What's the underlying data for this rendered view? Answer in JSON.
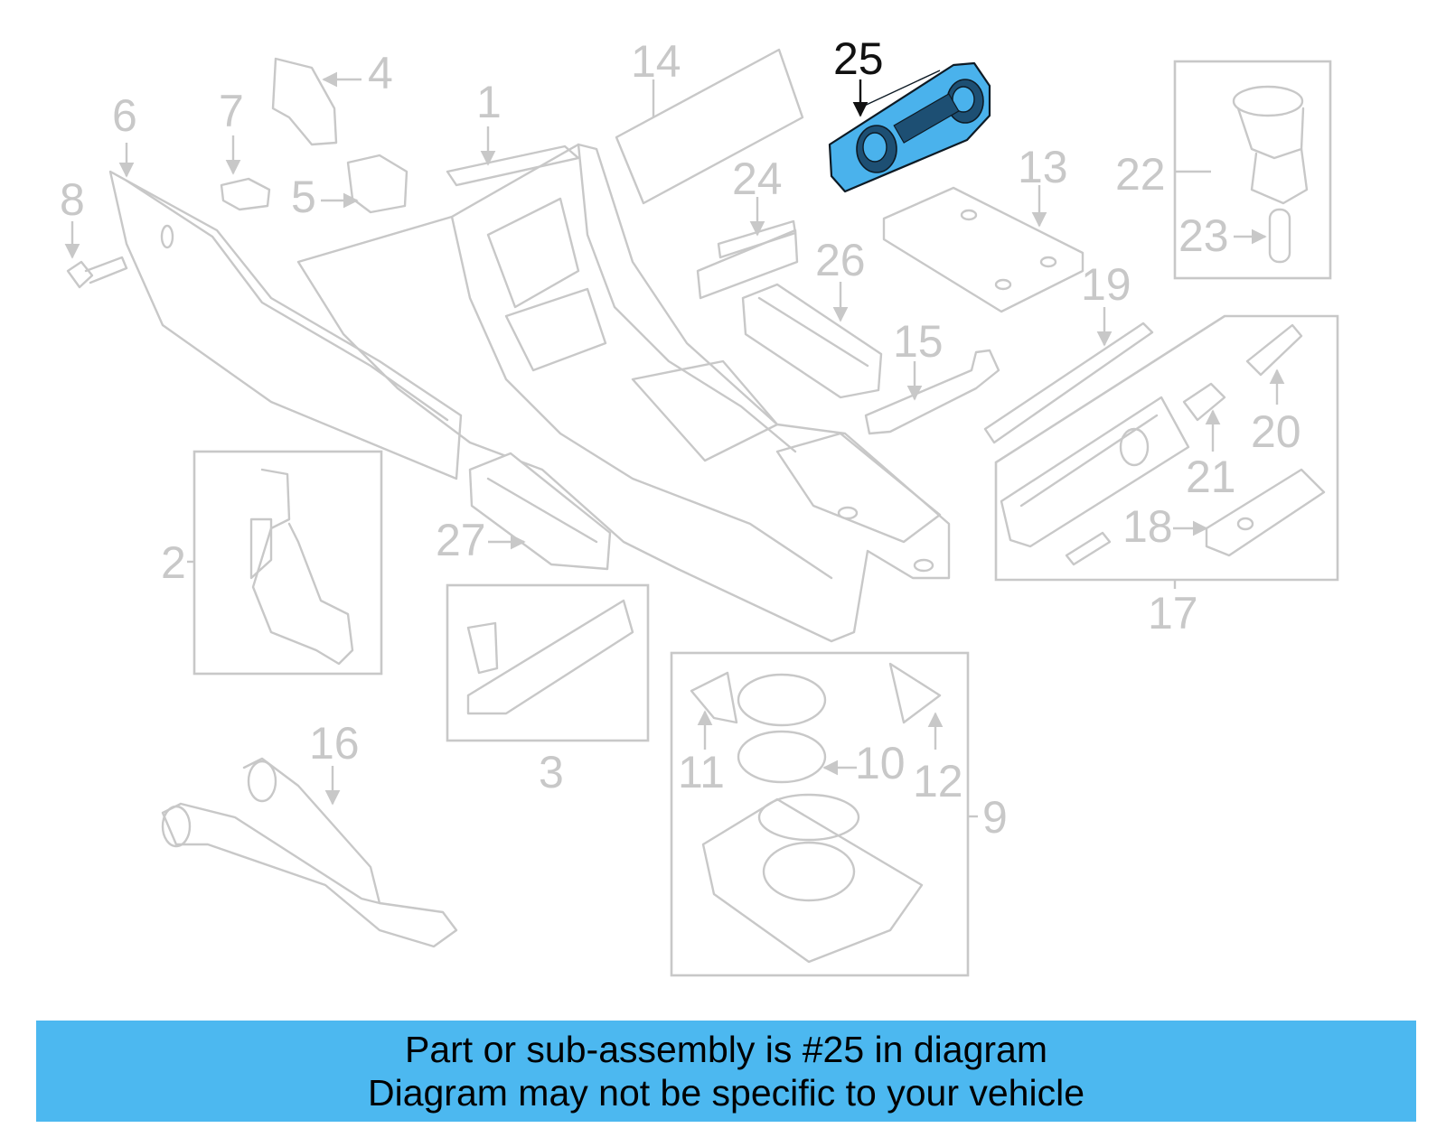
{
  "highlight_color": "#4cb8f0",
  "highlighted_part": "25",
  "callouts": [
    "1",
    "2",
    "3",
    "4",
    "5",
    "6",
    "7",
    "8",
    "9",
    "10",
    "11",
    "12",
    "13",
    "14",
    "15",
    "16",
    "17",
    "18",
    "19",
    "20",
    "21",
    "22",
    "23",
    "24",
    "25",
    "26",
    "27"
  ],
  "banner": {
    "line1": "Part or sub-assembly is #25 in diagram",
    "line2": "Diagram may not be specific to your vehicle"
  }
}
